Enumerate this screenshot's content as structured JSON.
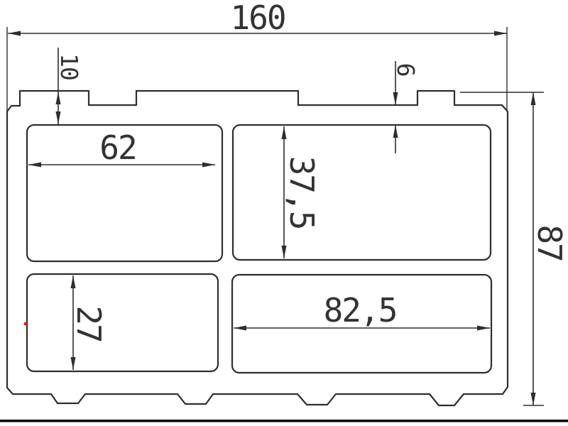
{
  "drawing": {
    "type": "aluminium-profile-cross-section",
    "colors": {
      "background": "#ffffff",
      "line": "#2e2e2e",
      "text": "#333333",
      "grip_marker": "#ff0000",
      "footer_bar": "#000000"
    },
    "dimensions": {
      "overall_width": {
        "value": 160,
        "label": "160",
        "orientation": "horizontal"
      },
      "overall_height": {
        "value": 87,
        "label": "87",
        "orientation": "vertical"
      },
      "top_web_left": {
        "value": 10,
        "label": "10",
        "orientation": "vertical"
      },
      "top_web_right": {
        "value": 6,
        "label": "6",
        "orientation": "vertical"
      },
      "cavity_top_left_w": {
        "value": 62,
        "label": "62",
        "orientation": "horizontal"
      },
      "cavity_top_right_h": {
        "value": 37.5,
        "label": "37,5",
        "orientation": "vertical"
      },
      "cavity_bottom_left_h": {
        "value": 27,
        "label": "27",
        "orientation": "vertical"
      },
      "cavity_bottom_right_w": {
        "value": 82.5,
        "label": "82,5",
        "orientation": "horizontal"
      }
    }
  }
}
